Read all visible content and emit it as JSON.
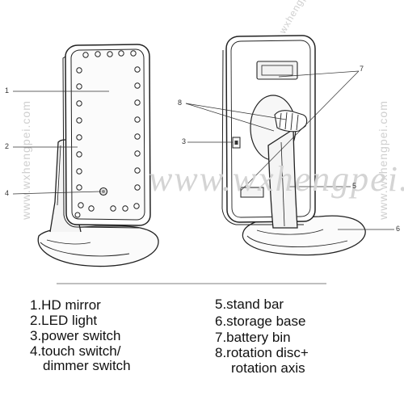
{
  "watermark": {
    "center": "www.wxhengpei.com",
    "side": "www.wxhengpei.com"
  },
  "callouts": [
    "1",
    "2",
    "3",
    "4",
    "5",
    "6",
    "7",
    "8"
  ],
  "legend": {
    "left": [
      "1.HD mirror",
      "2.LED light",
      "3.power switch",
      "4.touch switch/",
      "dimmer switch"
    ],
    "right": [
      "5.stand bar",
      "6.storage base",
      "7.battery bin",
      "8.rotation disc+",
      "rotation axis"
    ]
  }
}
